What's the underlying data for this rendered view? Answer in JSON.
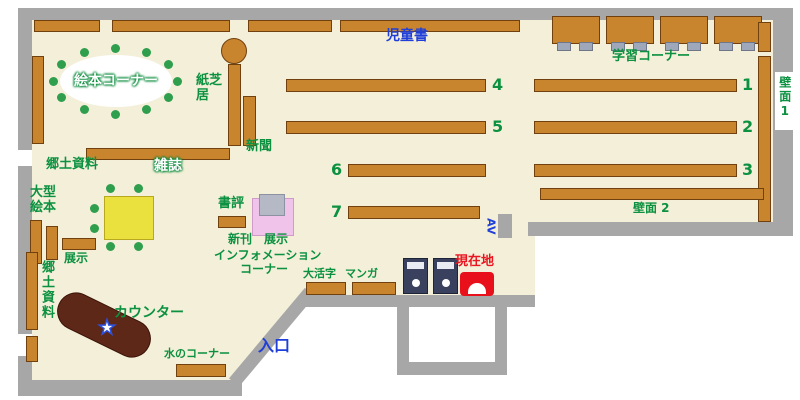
{
  "colors": {
    "floor": "#f3efd8",
    "wall": "#a7a7a7",
    "shelf_wood": "#c9842e",
    "counter_wood": "#5d2817",
    "label_green": "#0b9140",
    "label_blue": "#1f3fd8",
    "label_red": "#ea1520",
    "chair_green": "#2f9e4d"
  },
  "labels": {
    "children_books": "児童書",
    "study_corner": "学習コーナー",
    "wall_1": "壁面1",
    "wall_2": "壁面 2",
    "picture_book_corner": "絵本コーナー",
    "kamishibai": "紙芝居",
    "newspaper": "新聞",
    "local_materials": "郷土資料",
    "magazines": "雑誌",
    "large_picture_books": "大型絵本",
    "exhibit": "展示",
    "local_materials_vertical": "郷土資料",
    "book_review": "書評",
    "new_arrivals": "新刊",
    "exhibit_2": "展示",
    "information_line1": "インフォメーション",
    "information_line2": "コーナー",
    "large_print": "大活字",
    "manga": "マンガ",
    "current_location": "現在地",
    "counter": "カウンター",
    "water_corner": "水のコーナー",
    "entrance": "入口",
    "av": "AV"
  },
  "shelf_numbers": {
    "s1": "1",
    "s2": "2",
    "s3": "3",
    "s4": "4",
    "s5": "5",
    "s6": "6",
    "s7": "7"
  },
  "marker": {
    "star": "★"
  }
}
